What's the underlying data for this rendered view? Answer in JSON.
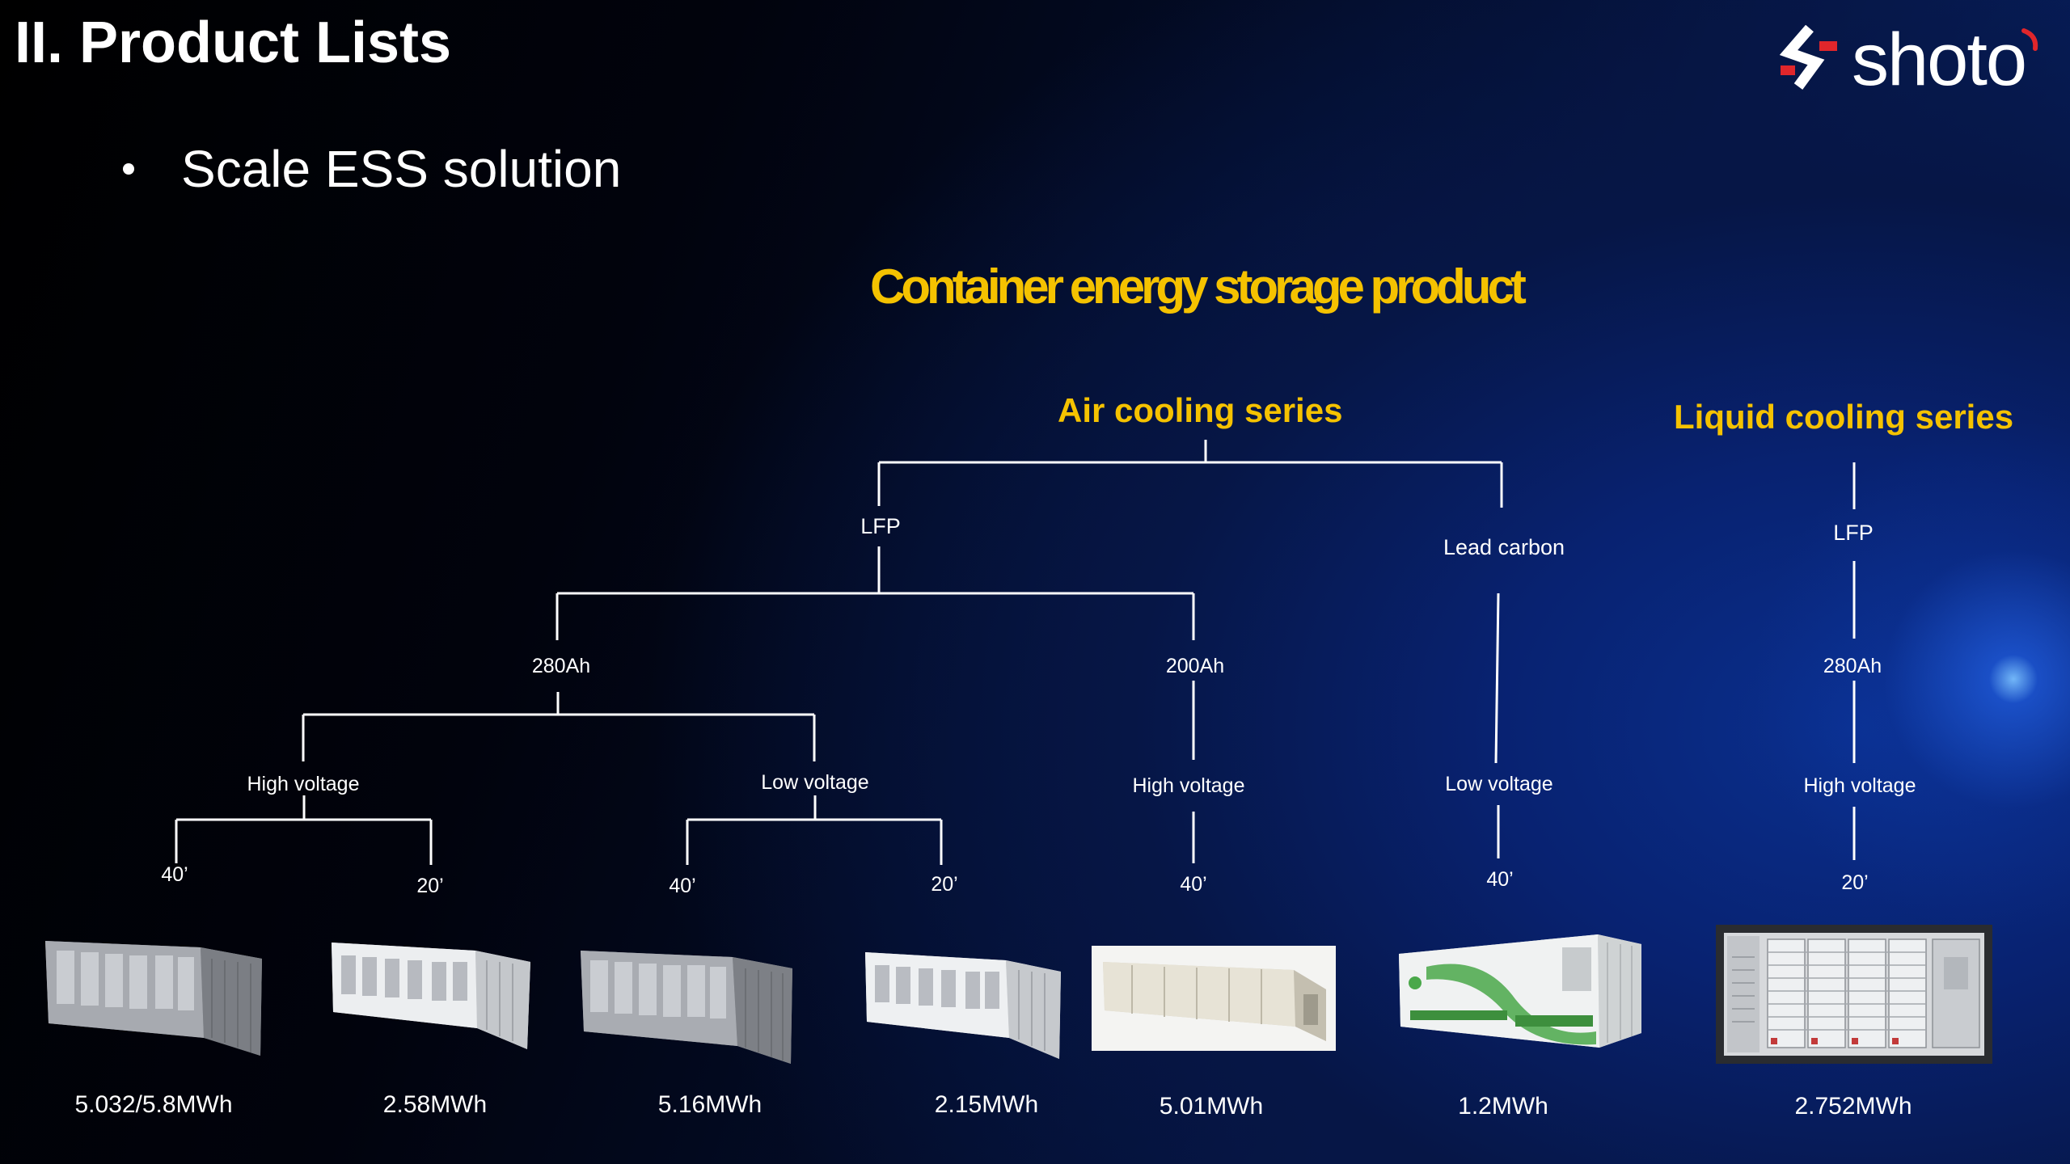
{
  "header": {
    "title": "II. Product Lists",
    "bullet": "Scale ESS solution",
    "logo_text": "shoto"
  },
  "section_title": "Container energy storage product",
  "series": {
    "air": "Air cooling series",
    "liquid": "Liquid cooling series"
  },
  "nodes": {
    "air_lfp": "LFP",
    "lead_carbon": "Lead carbon",
    "liquid_lfp": "LFP",
    "ah280": "280Ah",
    "ah200": "200Ah",
    "liquid_ah280": "280Ah",
    "hv_280": "High voltage",
    "lv_280": "Low voltage",
    "hv_200": "High voltage",
    "lv_lead": "Low voltage",
    "hv_liquid": "High voltage"
  },
  "sizes": [
    "40’",
    "20’",
    "40’",
    "20’",
    "40’",
    "40’",
    "20’"
  ],
  "capacities": [
    "5.032/5.8MWh",
    "2.58MWh",
    "5.16MWh",
    "2.15MWh",
    "5.01MWh",
    "1.2MWh",
    "2.752MWh"
  ],
  "colors": {
    "accent": "#f5c200",
    "logo_red": "#e0262b",
    "text": "#ffffff",
    "container_green": "#4aa84a"
  }
}
